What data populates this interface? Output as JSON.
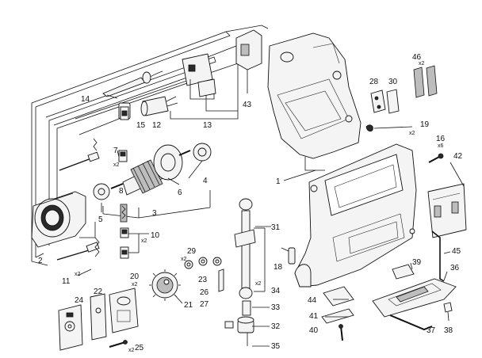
{
  "callouts": {
    "c1": "1",
    "c2": "2",
    "c3": "3",
    "c4": "4",
    "c5": "5",
    "c6": "6",
    "c7": "7",
    "c8": "8",
    "c10": "10",
    "c11": "11",
    "c12": "12",
    "c13": "13",
    "c14": "14",
    "c15": "15",
    "c16": "16",
    "c19": "19",
    "c20": "20",
    "c21": "21",
    "c22": "22",
    "c23": "23",
    "c24": "24",
    "c25": "25",
    "c26": "26",
    "c27": "27",
    "c28": "28",
    "c29": "29",
    "c30": "30",
    "c31": "31",
    "c32": "32",
    "c33": "33",
    "c34": "34",
    "c35": "35",
    "c36": "36",
    "c37": "37",
    "c38": "38",
    "c39": "39",
    "c40": "40",
    "c41": "41",
    "c42": "42",
    "c43": "43",
    "c44": "44",
    "c45": "45",
    "c46": "46",
    "c18": "18"
  },
  "qty": {
    "q46": "x2",
    "q19": "x2",
    "q16": "x6",
    "q7": "x2",
    "q10": "x2",
    "q11": "x2",
    "q20": "x2",
    "q29": "x2",
    "q25": "x2",
    "q34": "x2"
  }
}
